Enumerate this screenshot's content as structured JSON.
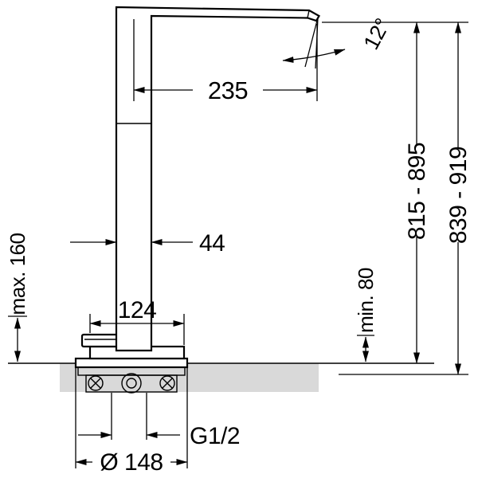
{
  "labels": {
    "spout_reach": "235",
    "spout_angle": "12°",
    "spout_height_range": "815 - 895",
    "overall_height_range": "839 - 919",
    "column_width": "44",
    "max_clearance": "max. 160",
    "base_body_width": "124",
    "min_clearance": "min. 80",
    "connection_thread": "G1/2",
    "base_plate_diameter": "Ø 148"
  },
  "colors": {
    "line": "#000000",
    "floor_fill": "#d9d9d9",
    "background": "#ffffff"
  }
}
